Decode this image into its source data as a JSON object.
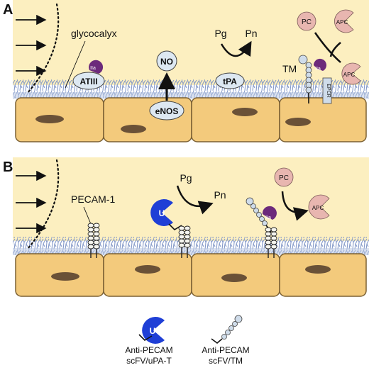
{
  "panel_a": {
    "letter": "A",
    "glycocalyx": "glycocalyx",
    "thrombin": "IIa",
    "atiii": "ATIII",
    "no": "NO",
    "enos": "eNOS",
    "pg": "Pg",
    "pn": "Pn",
    "tpa": "tPA",
    "pc": "PC",
    "apc": "APC",
    "tm": "TM",
    "epcr": "EPCR"
  },
  "panel_b": {
    "letter": "B",
    "pecam": "PECAM-1",
    "u": "U",
    "pg": "Pg",
    "pn": "Pn",
    "thrombin": "IIa",
    "pc": "PC",
    "apc": "APC"
  },
  "legend": {
    "upa_line1": "Anti-PECAM",
    "upa_line2": "scFV/uPA-T",
    "upa_symbol": "U",
    "tm_line1": "Anti-PECAM",
    "tm_line2": "scFV/TM"
  },
  "colors": {
    "vessel_lumen": "#fcefc0",
    "cell_fill": "#f3ca7c",
    "nucleus": "#6a5137",
    "glycocalyx": "#7f95c6",
    "thrombin_purple": "#6c2a7b",
    "protein_c": "#e8b6b0",
    "upa_blue": "#1f3fd6",
    "tm_bead": "#cfdcea"
  }
}
